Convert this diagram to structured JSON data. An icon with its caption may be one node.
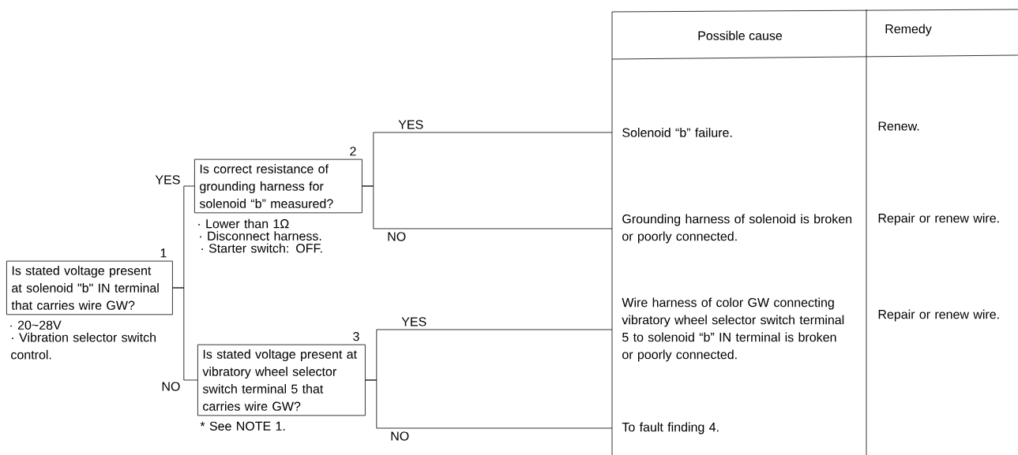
{
  "diagram": {
    "nodes": [
      {
        "text": [
          "1",
          "Is stated voltage present at solenoid \"b\" IN terminal that carries wire GW?"
        ],
        "beside": [
          "· 20~28V",
          "· Vibration selector switch control."
        ]
      },
      {
        "text": [
          "2",
          "Is correct resistance of grounding harness for solenoid “b” measured?"
        ],
        "beside": [
          "· Lower than 1Ω",
          "· Disconnect harness.",
          "· Starter switch: OFF."
        ]
      },
      {
        "text": [
          "3",
          "Is stated voltage present at vibratory wheel selector switch terminal 5 that carries wire GW?"
        ],
        "beside": [
          "* See NOTE 1."
        ]
      },
      {
        "text": [
          "Solenoid “b” failure."
        ]
      },
      {
        "text": [
          "Grounding harness of solenoid is broken or poorly connected."
        ]
      },
      {
        "text": [
          "Wire harness of color GW connecting vibratory wheel selector switch terminal 5 to solenoid “b” IN terminal is broken or poorly connected."
        ]
      },
      {
        "text": [
          "To fault finding 4."
        ]
      }
    ],
    "edges": [
      {
        "from": 0,
        "to": 1,
        "arrow": "none",
        "label": "YES"
      },
      {
        "from": 0,
        "to": 2,
        "arrow": "none",
        "label": "NO"
      },
      {
        "from": 1,
        "to": 3,
        "arrow": "none",
        "label": "YES"
      },
      {
        "from": 1,
        "to": 4,
        "arrow": "none",
        "label": "NO"
      },
      {
        "from": 2,
        "to": 5,
        "arrow": "none",
        "label": "YES"
      },
      {
        "from": 2,
        "to": 6,
        "arrow": "none",
        "label": "NO"
      }
    ],
    "labels": [
      "Possible cause",
      "Remedy",
      "Renew.",
      "Repair or renew wire.",
      "Repair or renew wire."
    ]
  }
}
